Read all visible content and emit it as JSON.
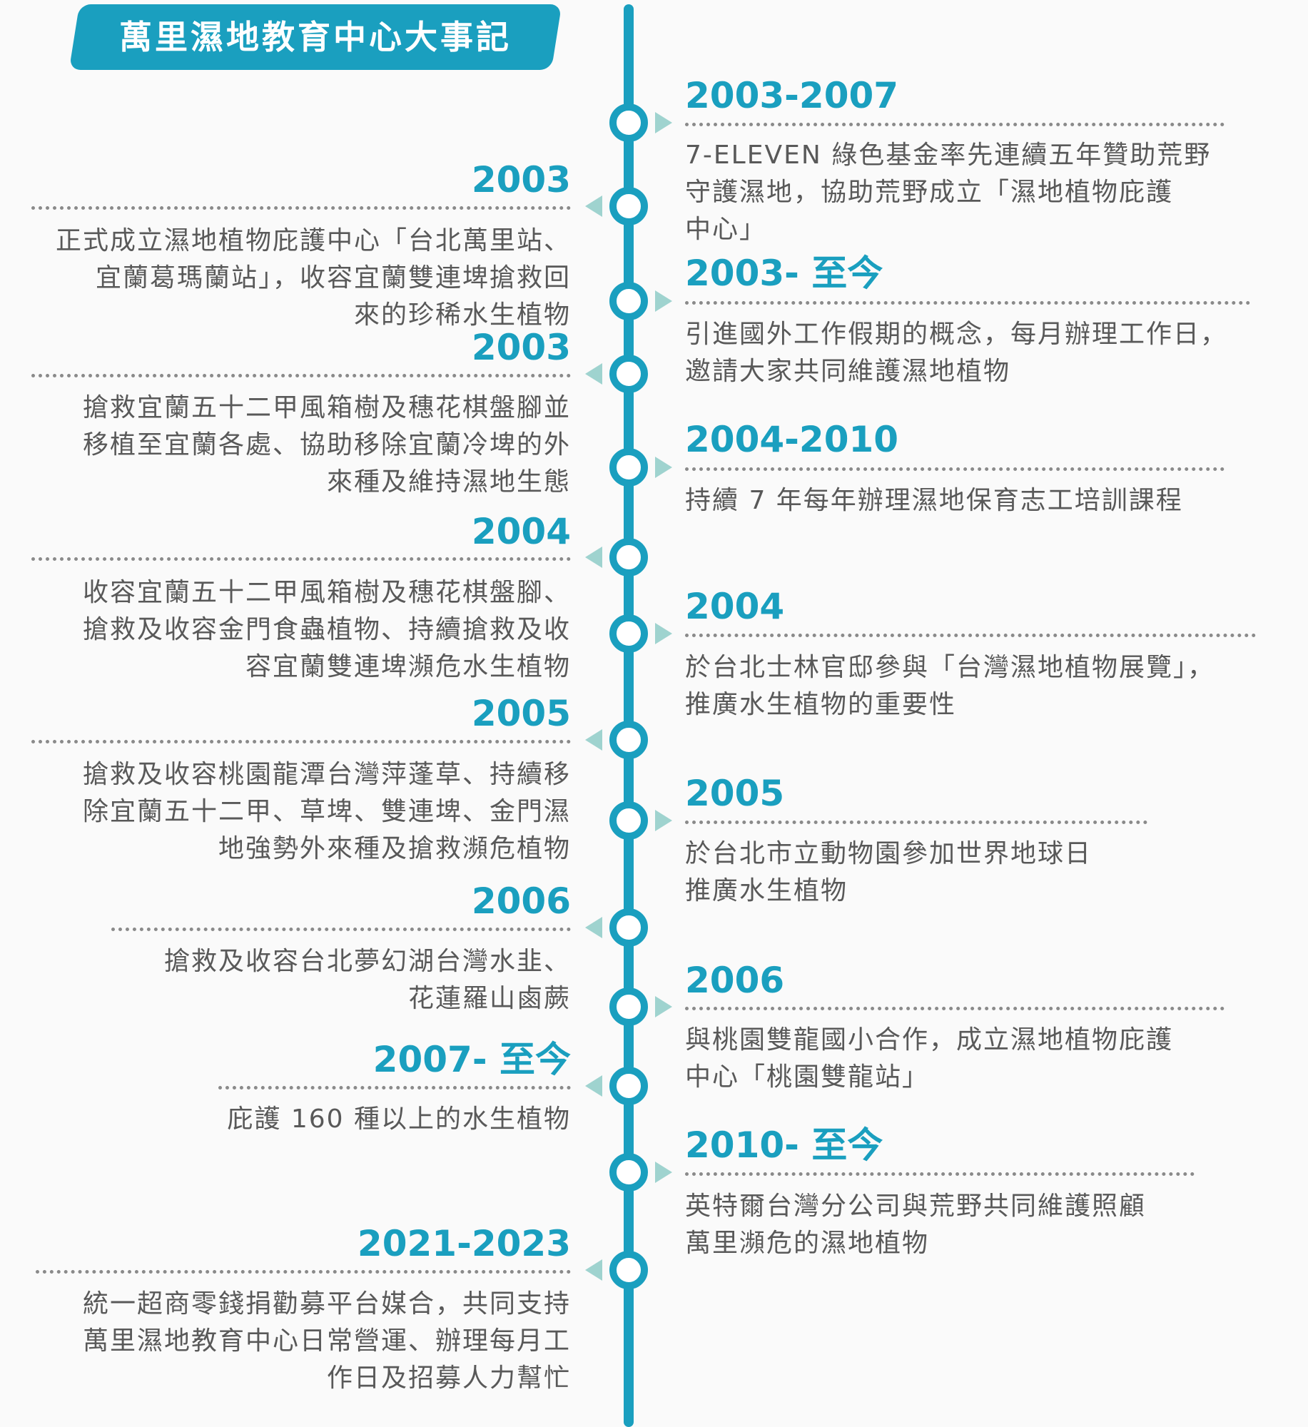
{
  "title": "萬里濕地教育中心大事記",
  "colors": {
    "accent": "#1a9fbf",
    "arrow": "#9fd3cf",
    "text": "#595959"
  },
  "right_events": [
    {
      "year": "2003-2007",
      "lines": [
        "7-ELEVEN 綠色基金率先連續五年贊助荒野",
        "守護濕地，協助荒野成立「濕地植物庇護",
        "中心」"
      ]
    },
    {
      "year": "2003- 至今",
      "lines": [
        "引進國外工作假期的概念，每月辦理工作日，",
        "邀請大家共同維護濕地植物"
      ]
    },
    {
      "year": "2004-2010",
      "lines": [
        "持續 7 年每年辦理濕地保育志工培訓課程"
      ]
    },
    {
      "year": "2004",
      "lines": [
        "於台北士林官邸參與「台灣濕地植物展覽」，",
        "推廣水生植物的重要性"
      ]
    },
    {
      "year": "2005",
      "lines": [
        "於台北市立動物園參加世界地球日",
        "推廣水生植物"
      ]
    },
    {
      "year": "2006",
      "lines": [
        "與桃園雙龍國小合作，成立濕地植物庇護",
        "中心「桃園雙龍站」"
      ]
    },
    {
      "year": "2010- 至今",
      "lines": [
        "英特爾台灣分公司與荒野共同維護照顧",
        "萬里瀕危的濕地植物"
      ]
    }
  ],
  "left_events": [
    {
      "year": "2003",
      "lines": [
        "正式成立濕地植物庇護中心「台北萬里站、",
        "宜蘭葛瑪蘭站」，收容宜蘭雙連埤搶救回",
        "來的珍稀水生植物"
      ]
    },
    {
      "year": "2003",
      "lines": [
        "搶救宜蘭五十二甲風箱樹及穗花棋盤腳並",
        "移植至宜蘭各處、協助移除宜蘭冷埤的外",
        "來種及維持濕地生態"
      ]
    },
    {
      "year": "2004",
      "lines": [
        "收容宜蘭五十二甲風箱樹及穗花棋盤腳、",
        "搶救及收容金門食蟲植物、持續搶救及收",
        "容宜蘭雙連埤瀕危水生植物"
      ]
    },
    {
      "year": "2005",
      "lines": [
        "搶救及收容桃園龍潭台灣萍蓬草、持續移",
        "除宜蘭五十二甲、草埤、雙連埤、金門濕",
        "地強勢外來種及搶救瀕危植物"
      ]
    },
    {
      "year": "2006",
      "lines": [
        "搶救及收容台北夢幻湖台灣水韭、",
        "花蓮羅山鹵蕨"
      ]
    },
    {
      "year": "2007- 至今",
      "lines": [
        "庇護 160 種以上的水生植物"
      ]
    },
    {
      "year": "2021-2023",
      "lines": [
        "統一超商零錢捐勸募平台媒合，共同支持",
        "萬里濕地教育中心日常營運、辦理每月工",
        "作日及招募人力幫忙"
      ]
    }
  ]
}
